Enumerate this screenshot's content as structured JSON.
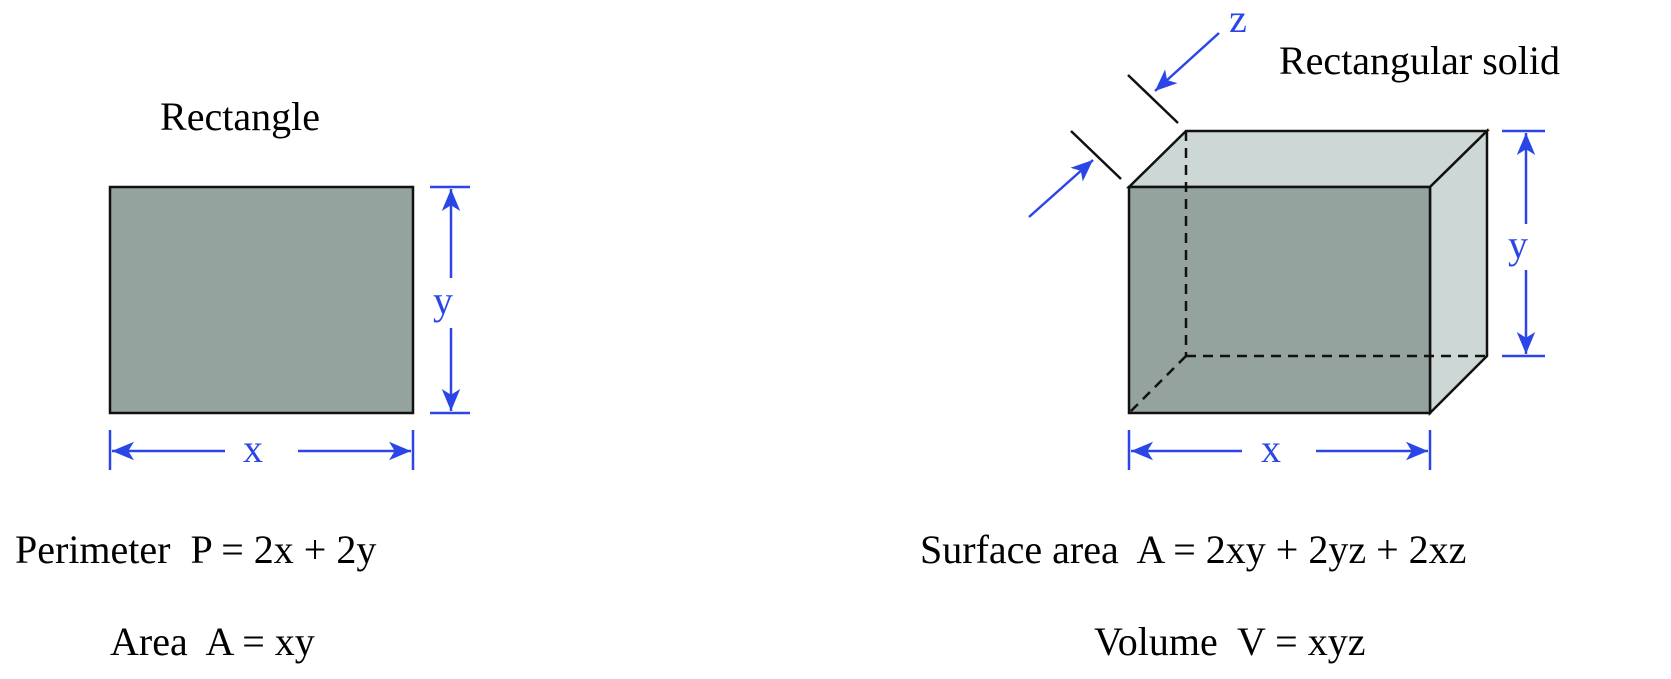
{
  "rectangle": {
    "title": "Rectangle",
    "x_label": "x",
    "y_label": "y",
    "perimeter_formula": "Perimeter  P = 2x + 2y",
    "area_formula": "Area  A = xy"
  },
  "solid": {
    "title": "Rectangular solid",
    "x_label": "x",
    "y_label": "y",
    "z_label": "z",
    "surface_formula": "Surface area  A = 2xy + 2yz + 2xz",
    "volume_formula": "Volume  V = xyz"
  },
  "colors": {
    "dimension": "#2a46e6",
    "front_face": "#95a39f",
    "side_face": "#cdd7d5",
    "outline": "#111111"
  }
}
